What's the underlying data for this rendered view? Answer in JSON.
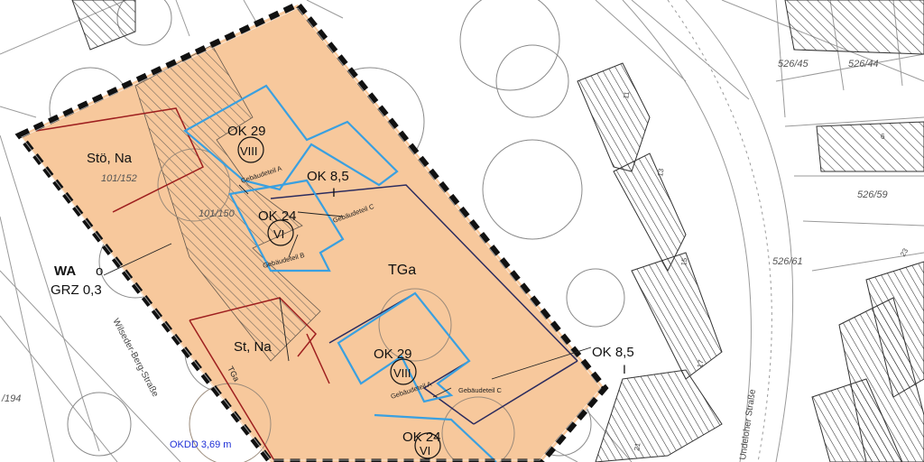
{
  "colors": {
    "site_fill": "#f7c89c",
    "boundary": "#111111",
    "blue_line": "#3aa0e0",
    "red_line": "#9e1f1f",
    "navy_line": "#2c2c5e",
    "okdd_text": "#1e2fd6"
  },
  "labels": {
    "oK29_top": "OK 29",
    "viii_top": "VIII",
    "ok85_mid": "OK 8,5",
    "i_mid": "I",
    "ok24_top": "OK 24",
    "vi_top": "VI",
    "tga_main": "TGa",
    "stoe_na": "Stö, Na",
    "st_na": "St, Na",
    "ok29_bottom": "OK 29",
    "viii_bottom": "VIII",
    "ok85_right": "OK 8,5",
    "i_right": "I",
    "ok24_bottom": "OK 24",
    "vi_bottom": "VI",
    "wa": "WA",
    "wa_o": "o",
    "grz": "GRZ 0,3",
    "tga_small": "TGa",
    "gebaeudeteil_a_top": "Gebäudeteil A",
    "gebaeudeteil_b": "Gebäudeteil B",
    "gebaeudeteil_c_top": "Gebäudeteil C",
    "gebaeudeteil_a_bottom": "Gebäudeteil A",
    "gebaeudeteil_c_bottom": "Gebäudeteil C",
    "okdd": "OKDD 3,69 m"
  },
  "parcels": {
    "p101_152": "101/152",
    "p101_150": "101/150",
    "p526_45": "526/45",
    "p526_44": "526/44",
    "p526_59": "526/59",
    "p526_61": "526/61",
    "p194": "/194"
  },
  "roads": {
    "wilseder": "Wilseder-Berg-Straße",
    "undeloher": "Undeloher Straße"
  },
  "house_numbers": {
    "n11": "11",
    "n13": "13",
    "n15": "15",
    "n17": "17",
    "n21": "21",
    "n23": "23",
    "n6": "6"
  }
}
